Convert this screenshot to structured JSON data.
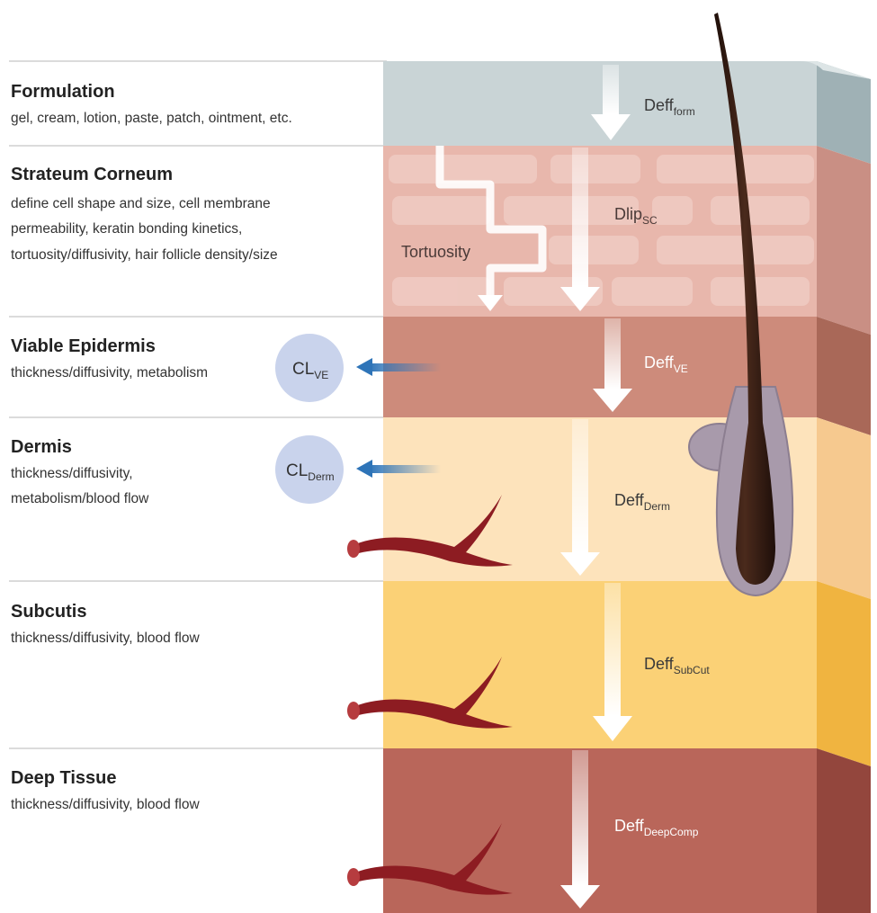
{
  "layers": [
    {
      "key": "formulation",
      "title": "Formulation",
      "desc": [
        "gel, cream, lotion, paste, patch, ointment, etc."
      ],
      "param": {
        "base": "Deff",
        "sub": "form"
      },
      "color": "#c9d4d6"
    },
    {
      "key": "stratum-corneum",
      "title": "Strateum Corneum",
      "desc": [
        "define cell shape and size, cell membrane",
        "permeability, keratin bonding kinetics,",
        "tortuosity/diffusivity, hair follicle density/size"
      ],
      "param": {
        "base": "Dlip",
        "sub": "SC"
      },
      "color": "#e8b7ac"
    },
    {
      "key": "viable-epidermis",
      "title": "Viable Epidermis",
      "desc": [
        "thickness/diffusivity, metabolism"
      ],
      "param": {
        "base": "Deff",
        "sub": "VE"
      },
      "clearance": {
        "base": "CL",
        "sub": "VE"
      },
      "color": "#cd8b7b"
    },
    {
      "key": "dermis",
      "title": "Dermis",
      "desc": [
        "thickness/diffusivity,",
        "metabolism/blood flow"
      ],
      "param": {
        "base": "Deff",
        "sub": "Derm"
      },
      "clearance": {
        "base": "CL",
        "sub": "Derm"
      },
      "color": "#fde3bb"
    },
    {
      "key": "subcutis",
      "title": "Subcutis",
      "desc": [
        "thickness/diffusivity, blood flow"
      ],
      "param": {
        "base": "Deff",
        "sub": "SubCut"
      },
      "color": "#fbd176"
    },
    {
      "key": "deep-tissue",
      "title": "Deep Tissue",
      "desc": [
        "thickness/diffusivity, blood flow"
      ],
      "param": {
        "base": "Deff",
        "sub": "DeepComp"
      },
      "color": "#b9665a"
    }
  ],
  "tortuosity_label": "Tortuosity",
  "colors": {
    "hair": "#3b2118",
    "follicle": "#a89aab",
    "clearance_circle": "#c9d3ec",
    "clearance_arrow": "#2e74b8",
    "vessel": "#8d1c22",
    "arrow": "#ffffff",
    "divider": "#cfcfcf"
  }
}
